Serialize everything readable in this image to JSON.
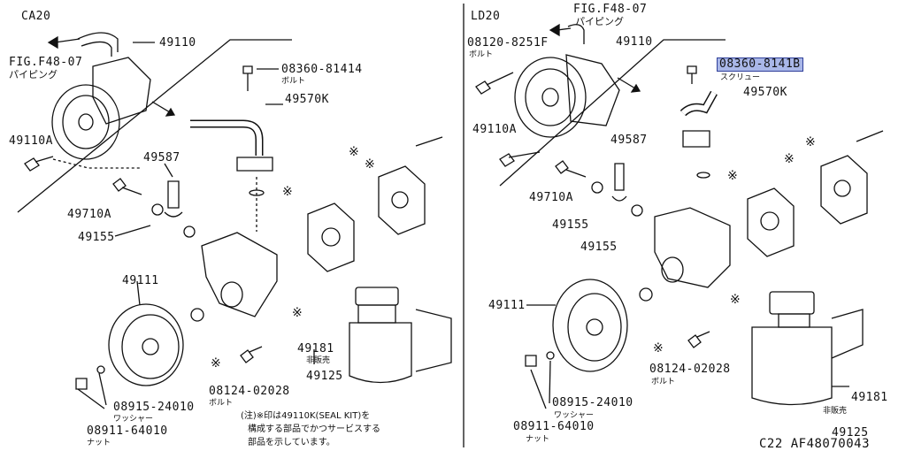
{
  "left": {
    "engine": "CA20",
    "fig_ref": "FIG.F48-07",
    "fig_ref_sub": "パイピング",
    "parts": {
      "p49110": "49110",
      "p49110a": "49110A",
      "bolt_no": "08360-81414",
      "bolt_sub": "ボルト",
      "p49570k": "49570K",
      "p49587": "49587",
      "p49710a": "49710A",
      "p49155": "49155",
      "p49111": "49111",
      "p49181": "49181",
      "hihanbai": "非販売",
      "p49125": "49125",
      "bolt2_no": "08124-02028",
      "bolt2_sub": "ボルト",
      "washer_no": "08915-24010",
      "washer_sub": "ワッシャー",
      "nut_no": "08911-64010",
      "nut_sub": "ナット"
    },
    "note_line1": "(注)※印は49110K(SEAL KIT)を",
    "note_line2": "構成する部品でかつサービスする",
    "note_line3": "部品を示しています。"
  },
  "right": {
    "engine": "LD20",
    "fig_ref": "FIG.F48-07",
    "fig_ref_sub": "パイピング",
    "parts": {
      "bolt_top_no": "08120-8251F",
      "bolt_top_sub": "ボルト",
      "p49110": "49110",
      "screw_no": "08360-8141B",
      "screw_sub": "スクリュー",
      "p49570k": "49570K",
      "p49110a": "49110A",
      "p49587": "49587",
      "p49710a": "49710A",
      "p49155a": "49155",
      "p49155b": "49155",
      "p49111": "49111",
      "bolt2_no": "08124-02028",
      "bolt2_sub": "ボルト",
      "washer_no": "08915-24010",
      "washer_sub": "ワッシャー",
      "nut_no": "08911-64010",
      "nut_sub": "ナット",
      "p49181": "49181",
      "hihanbai": "非販売",
      "p49125": "49125"
    },
    "highlight_color": "#a9b7e8"
  },
  "footer": {
    "code": "C22  AF48070043"
  }
}
